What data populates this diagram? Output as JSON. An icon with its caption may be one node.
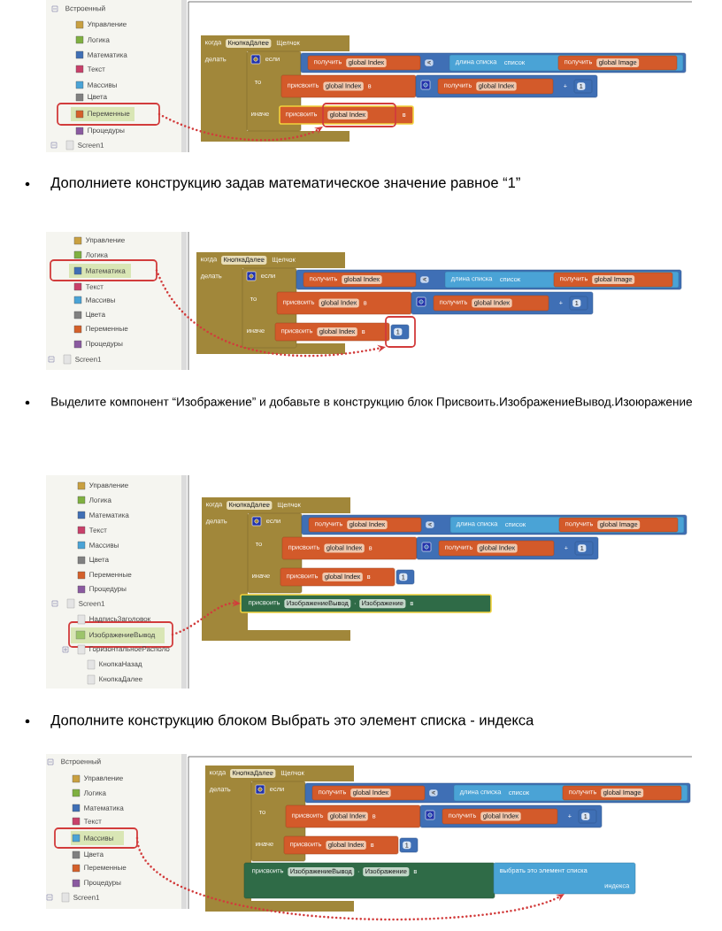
{
  "diagram": {
    "nodes": [
      {
        "text": [
          "Переменные"
        ]
      },
      {
        "text": [
          "когда",
          "КнопкаДалее",
          "Щелчок",
          "делать"
        ]
      },
      {
        "text": [
          "если",
          "то",
          "иначе"
        ],
        "in": 1
      },
      {
        "text": [
          "<"
        ]
      },
      {
        "text": [
          "получить",
          "global Index"
        ],
        "in": 3
      },
      {
        "text": [
          "длина списка",
          "список"
        ],
        "in": 3
      },
      {
        "text": [
          "получить",
          "global Image"
        ],
        "in": 5
      },
      {
        "text": [
          "присвоить",
          "global Index",
          "в"
        ]
      },
      {
        "text": [
          "+"
        ]
      },
      {
        "text": [
          "получить",
          "global Index"
        ],
        "in": 8
      },
      {
        "text": [
          "1"
        ],
        "in": 8
      },
      {
        "text": [
          "присвоить",
          "в"
        ]
      },
      {
        "text": [
          "global Index"
        ],
        "in": 11
      },
      {
        "text": [
          "Математика"
        ]
      },
      {
        "text": [
          "когда",
          "КнопкаДалее",
          "Щелчок",
          "делать"
        ]
      },
      {
        "text": [
          "если",
          "то",
          "иначе"
        ],
        "in": 14
      },
      {
        "text": [
          "<"
        ]
      },
      {
        "text": [
          "получить",
          "global Index"
        ],
        "in": 16
      },
      {
        "text": [
          "длина списка",
          "список"
        ],
        "in": 16
      },
      {
        "text": [
          "получить",
          "global Image"
        ],
        "in": 18
      },
      {
        "text": [
          "присвоить",
          "global Index",
          "в"
        ]
      },
      {
        "text": [
          "+"
        ]
      },
      {
        "text": [
          "получить",
          "global Index"
        ],
        "in": 21
      },
      {
        "text": [
          "1"
        ],
        "in": 21
      },
      {
        "text": [
          "присвоить",
          "global Index",
          "в"
        ]
      },
      {
        "text": [
          "1"
        ]
      },
      {
        "text": [
          "ИзображениеВывод"
        ]
      },
      {
        "text": [
          "когда",
          "КнопкаДалее",
          "Щелчок",
          "делать"
        ]
      },
      {
        "text": [
          "если",
          "то",
          "иначе"
        ],
        "in": 27
      },
      {
        "text": [
          "<"
        ]
      },
      {
        "text": [
          "получить",
          "global Index"
        ],
        "in": 29
      },
      {
        "text": [
          "длина списка",
          "список"
        ],
        "in": 29
      },
      {
        "text": [
          "получить",
          "global Image"
        ],
        "in": 31
      },
      {
        "text": [
          "присвоить",
          "global Index",
          "в"
        ]
      },
      {
        "text": [
          "+"
        ]
      },
      {
        "text": [
          "получить",
          "global Index"
        ],
        "in": 34
      },
      {
        "text": [
          "1"
        ],
        "in": 34
      },
      {
        "text": [
          "присвоить",
          "global Index",
          "в"
        ]
      },
      {
        "text": [
          "1"
        ]
      },
      {
        "text": [
          "присвоить",
          "ИзображениеВывод",
          ".",
          "Изображение",
          "в"
        ]
      },
      {
        "text": [
          "Массивы"
        ]
      },
      {
        "text": [
          "когда",
          "КнопкаДалее",
          "Щелчок",
          "делать"
        ]
      },
      {
        "text": [
          "если",
          "то",
          "иначе"
        ],
        "in": 41
      },
      {
        "text": [
          "<"
        ]
      },
      {
        "text": [
          "получить",
          "global Index"
        ],
        "in": 43
      },
      {
        "text": [
          "длина списка",
          "список"
        ],
        "in": 43
      },
      {
        "text": [
          "получить",
          "global Image"
        ],
        "in": 45
      },
      {
        "text": [
          "присвоить",
          "global Index",
          "в"
        ]
      },
      {
        "text": [
          "+"
        ]
      },
      {
        "text": [
          "получить",
          "global Index"
        ],
        "in": 48
      },
      {
        "text": [
          "1"
        ],
        "in": 48
      },
      {
        "text": [
          "присвоить",
          "global Index",
          "в"
        ]
      },
      {
        "text": [
          "1"
        ]
      },
      {
        "text": [
          "присвоить",
          "ИзображениеВывод",
          ".",
          "Изображение",
          "в"
        ]
      },
      {
        "text": [
          "выбрать это элемент списка",
          "индекса"
        ]
      }
    ],
    "edges": [
      {
        "from": 0,
        "to": 12,
        "arrow": "to"
      },
      {
        "from": 13,
        "to": 25,
        "arrow": "to"
      },
      {
        "from": 26,
        "to": 39,
        "arrow": "to"
      },
      {
        "from": 40,
        "to": 54,
        "arrow": "to"
      }
    ],
    "labels": [
      "Встроенный",
      "Управление",
      "Логика",
      "Математика",
      "Текст",
      "Массивы",
      "Цвета",
      "Процедуры",
      "Screen1",
      "Дополниете конструкцию задав математическое значение равное “1”",
      "Управление",
      "Логика",
      "Текст",
      "Массивы",
      "Цвета",
      "Переменные",
      "Процедуры",
      "Screen1",
      "Выделите компонент “Изображение” и добавьте в конструкцию блок Присвоить.ИзображениеВывод.Изоюражение",
      "Управление",
      "Логика",
      "Математика",
      "Текст",
      "Массивы",
      "Цвета",
      "Переменные",
      "Процедуры",
      "Screen1",
      "НадписьЗаголовок",
      "ГоризонтальноеРасполо",
      "КнопкаНазад",
      "КнопкаДалее",
      "Дополните конструкцию блоком Выбрать это элемент списка - индекса",
      "Встроенный",
      "Управление",
      "Логика",
      "Математика",
      "Текст",
      "Цвета",
      "Переменные",
      "Процедуры",
      "Screen1"
    ]
  }
}
